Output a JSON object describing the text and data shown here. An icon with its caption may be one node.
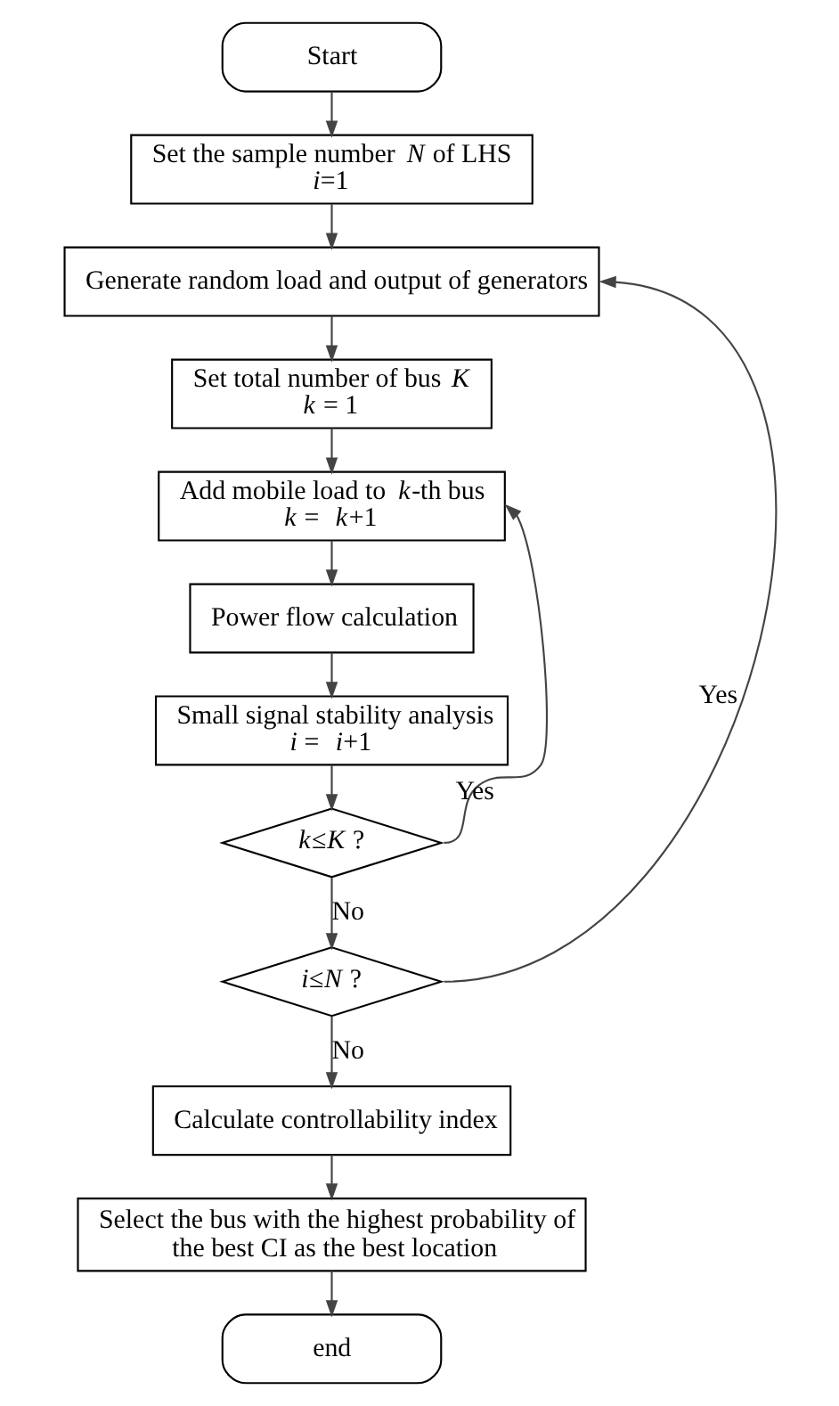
{
  "diagram": {
    "nodes": [
      {
        "text": [
          "Start"
        ]
      },
      {
        "text": [
          "Set the sample number *N* of LHS",
          "*i*=1"
        ]
      },
      {
        "text": [
          "Generate random load and output of generators"
        ]
      },
      {
        "text": [
          "Set total number of bus *K*",
          "*k* = 1"
        ]
      },
      {
        "text": [
          "Add mobile load to *k*-th bus",
          "*k* = *k*+1"
        ]
      },
      {
        "text": [
          "Power flow calculation"
        ]
      },
      {
        "text": [
          "Small signal stability analysis",
          "*i* = *i*+1"
        ]
      },
      {
        "text": [
          "*k*≤*K* ?"
        ]
      },
      {
        "text": [
          "*i*≤*N* ?"
        ]
      },
      {
        "text": [
          "Calculate controllability index"
        ]
      },
      {
        "text": [
          "Select the bus with the highest probability of the best CI as the best location"
        ]
      },
      {
        "text": [
          "end"
        ]
      }
    ],
    "edges": [
      {
        "from": 0,
        "to": 1,
        "arrow": "to"
      },
      {
        "from": 1,
        "to": 2,
        "arrow": "to"
      },
      {
        "from": 2,
        "to": 3,
        "arrow": "to"
      },
      {
        "from": 3,
        "to": 4,
        "arrow": "to"
      },
      {
        "from": 4,
        "to": 5,
        "arrow": "to"
      },
      {
        "from": 5,
        "to": 6,
        "arrow": "to"
      },
      {
        "from": 6,
        "to": 7,
        "arrow": "to"
      },
      {
        "from": 7,
        "to": 4,
        "arrow": "to",
        "label": "Yes"
      },
      {
        "from": 7,
        "to": 8,
        "arrow": "to",
        "label": "No"
      },
      {
        "from": 8,
        "to": 2,
        "arrow": "to",
        "label": "Yes"
      },
      {
        "from": 8,
        "to": 9,
        "arrow": "to",
        "label": "No"
      },
      {
        "from": 9,
        "to": 10,
        "arrow": "to"
      },
      {
        "from": 10,
        "to": 11,
        "arrow": "to"
      }
    ]
  }
}
